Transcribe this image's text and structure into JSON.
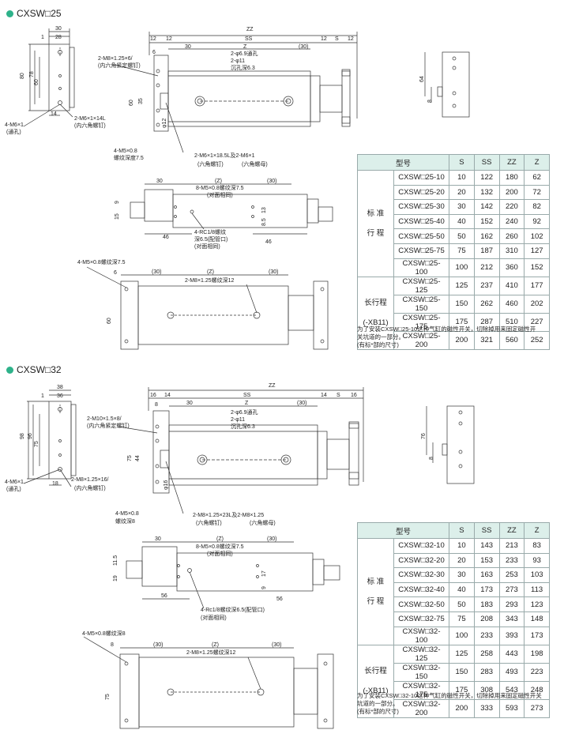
{
  "sections": [
    {
      "title": "CXSW□25",
      "table": {
        "headers": [
          "型号",
          "S",
          "SS",
          "ZZ",
          "Z"
        ],
        "group_standard": [
          "标 准",
          "行 程"
        ],
        "group_long": [
          "长行程",
          "(-XB11)"
        ],
        "rows": [
          [
            "CXSW□25-10",
            "10",
            "122",
            "180",
            "62"
          ],
          [
            "CXSW□25-20",
            "20",
            "132",
            "200",
            "72"
          ],
          [
            "CXSW□25-30",
            "30",
            "142",
            "220",
            "82"
          ],
          [
            "CXSW□25-40",
            "40",
            "152",
            "240",
            "92"
          ],
          [
            "CXSW□25-50",
            "50",
            "162",
            "260",
            "102"
          ],
          [
            "CXSW□25-75",
            "75",
            "187",
            "310",
            "127"
          ],
          [
            "CXSW□25-100",
            "100",
            "212",
            "360",
            "152"
          ],
          [
            "CXSW□25-125",
            "125",
            "237",
            "410",
            "177"
          ],
          [
            "CXSW□25-150",
            "150",
            "262",
            "460",
            "202"
          ],
          [
            "CXSW□25-175",
            "175",
            "287",
            "510",
            "227"
          ],
          [
            "CXSW□25-200",
            "200",
            "321",
            "560",
            "252"
          ]
        ]
      },
      "notes": [
        "为了安装CXSW□25-10这种气缸的磁性开关，切除掉用来固定磁性开",
        "关坑道的一部分。",
        "(有标*部的尺寸)"
      ],
      "labels": {
        "d30": "30",
        "d28": "28",
        "d1": "1",
        "d80": "80",
        "d78": "78",
        "d60": "60",
        "d14": "14",
        "m6thru": "4-M6×1",
        "m6thru2": "(通孔)",
        "m6bolt": "2-M6×1×14L",
        "m6bolt2": "(内六角螺钉)",
        "zz": "ZZ",
        "ss": "SS",
        "z": "Z",
        "s": "S",
        "d12": "12",
        "d6": "6",
        "d30b": "30",
        "d30c": "(30)",
        "m8set": "2-M8×1.25×6/",
        "m8set2": "(内六角紧定螺钉)",
        "thru": "2-φ6.9通孔",
        "cb": "2-φ11",
        "cb2": "沉孔深6.3",
        "d60b": "60",
        "d35": "35",
        "phi12": "φ12",
        "m5a": "4-M5×0.8",
        "m5b": "螺纹深度7.5",
        "m6c": "2-M6×1×18.5L及2-M6×1",
        "m6c2": "(六角螺钉)",
        "m6c3": "(六角螺母)",
        "zp": "(Z)",
        "m5c": "8-M5×0.8螺纹深7.5",
        "m5c2": "(对面相同)",
        "d9": "9",
        "d15": "15",
        "d46": "46",
        "d46b": "46",
        "d8_5": "8.5",
        "d13": "13",
        "rc": "4-RC1/8螺纹",
        "rc2": "深6.5(配管口)",
        "rc3": "(对面相同)",
        "m5d": "4-M5×0.8螺纹深7.5",
        "m8d": "2-M8×1.25螺纹深12",
        "d6b": "6",
        "d60c": "60"
      }
    },
    {
      "title": "CXSW□32",
      "table": {
        "headers": [
          "型号",
          "S",
          "SS",
          "ZZ",
          "Z"
        ],
        "group_standard": [
          "标 准",
          "行 程"
        ],
        "group_long": [
          "长行程",
          "(-XB11)"
        ],
        "rows": [
          [
            "CXSW□32-10",
            "10",
            "143",
            "213",
            "83"
          ],
          [
            "CXSW□32-20",
            "20",
            "153",
            "233",
            "93"
          ],
          [
            "CXSW□32-30",
            "30",
            "163",
            "253",
            "103"
          ],
          [
            "CXSW□32-40",
            "40",
            "173",
            "273",
            "113"
          ],
          [
            "CXSW□32-50",
            "50",
            "183",
            "293",
            "123"
          ],
          [
            "CXSW□32-75",
            "75",
            "208",
            "343",
            "148"
          ],
          [
            "CXSW□32-100",
            "100",
            "233",
            "393",
            "173"
          ],
          [
            "CXSW□32-125",
            "125",
            "258",
            "443",
            "198"
          ],
          [
            "CXSW□32-150",
            "150",
            "283",
            "493",
            "223"
          ],
          [
            "CXSW□32-175",
            "175",
            "308",
            "543",
            "248"
          ],
          [
            "CXSW□32-200",
            "200",
            "333",
            "593",
            "273"
          ]
        ]
      },
      "notes": [
        "为了安装CXSW□32-10这种气缸的磁性开关，切除掉用来固定磁性开关",
        "坑道的一部分。",
        "(有标*部的尺寸)"
      ],
      "labels": {
        "d38": "38",
        "d36": "36",
        "d1": "1",
        "d98": "98",
        "d96": "96",
        "d75": "75",
        "d18": "18",
        "m6thru": "4-M6×1",
        "m6thru2": "(通孔)",
        "m8bolt": "2-M8×1.25×16/",
        "m8bolt2": "(内六角螺钉)",
        "zz": "ZZ",
        "ss": "SS",
        "z": "Z",
        "s": "S",
        "d16": "16",
        "d14": "14",
        "d8": "8",
        "d30b": "30",
        "d30c": "(30)",
        "m10set": "2-M10×1.5×8/",
        "m10set2": "(内六角紧定螺钉)",
        "thru": "2-φ6.9通孔",
        "cb": "2-φ11",
        "cb2": "沉孔深6.3",
        "d75b": "75",
        "d44": "44",
        "phi16": "φ16",
        "m5a": "4-M5×0.8",
        "m5b": "螺纹深8",
        "m8c": "2-M8×1.25×23L及2-M8×1.25",
        "m8c2": "(六角螺钉)",
        "m8c3": "(六角螺母)",
        "zp": "(Z)",
        "m5c": "8-M5×0.8螺纹深7.5",
        "m5c2": "(对面相同)",
        "d11_5": "11.5",
        "d19": "19",
        "d56": "56",
        "d56b": "56",
        "d9": "9",
        "d17": "17",
        "rc": "4-Rc1/8螺纹深6.5(配管口)",
        "rc2": "(对面相同)",
        "m5d": "4-M5×0.8螺纹深8",
        "m8d": "2-M8×1.25螺纹深12",
        "d8b": "8",
        "d75c": "75"
      }
    }
  ]
}
